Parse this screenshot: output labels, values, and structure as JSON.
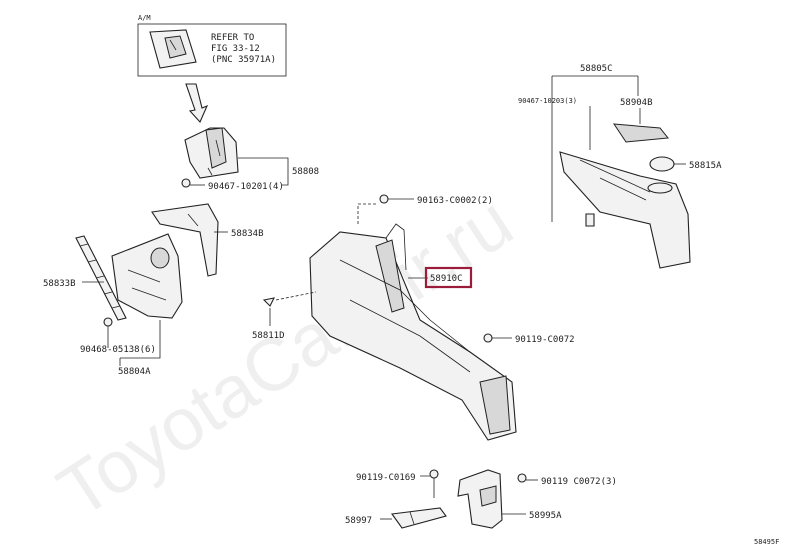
{
  "callouts": {
    "atm": "A/M",
    "refer_line1": "REFER TO",
    "refer_line2": "FIG 33-12",
    "refer_line3": "(PNC 35971A)",
    "p58808": "58808",
    "p90467a": "90467-10201(4)",
    "p58834b": "58834B",
    "p58833b": "58833B",
    "p90468": "90468-05138(6)",
    "p58804a": "58804A",
    "p58805c": "58805C",
    "p90467b": "90467-10203(3)",
    "p58904b": "58904B",
    "p58815a": "58815A",
    "p90163": "90163-C0002(2)",
    "p58910c": "58910C",
    "p58811d": "58811D",
    "p90119a": "90119-C0072",
    "p90119b": "90119-C0169",
    "p90119c": "90119 C0072(3)",
    "p58997": "58997",
    "p58995a": "58995A",
    "diagram_code": "58495F"
  },
  "watermark": "ToyotaCarMir.ru",
  "highlight_color": "#9b1b3a"
}
